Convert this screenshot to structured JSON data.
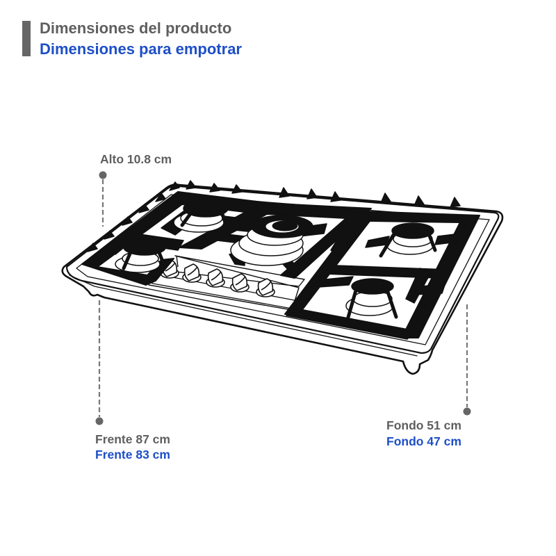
{
  "colors": {
    "gray_text": "#5f5f5f",
    "blue_text": "#1d4fc7",
    "accent_bar": "#666666",
    "guide_line": "#777777",
    "ink": "#111111"
  },
  "header": {
    "title_product": "Dimensiones del producto",
    "title_builtin": "Dimensiones para empotrar"
  },
  "dimensions": {
    "height": {
      "product": "Alto 10.8 cm"
    },
    "width": {
      "product": "Frente 87 cm",
      "builtin": "Frente 83 cm"
    },
    "depth": {
      "product": "Fondo 51 cm",
      "builtin": "Fondo 47 cm"
    }
  },
  "illustration": {
    "subject": "gas-cooktop",
    "burners": 5,
    "knobs": 5
  }
}
